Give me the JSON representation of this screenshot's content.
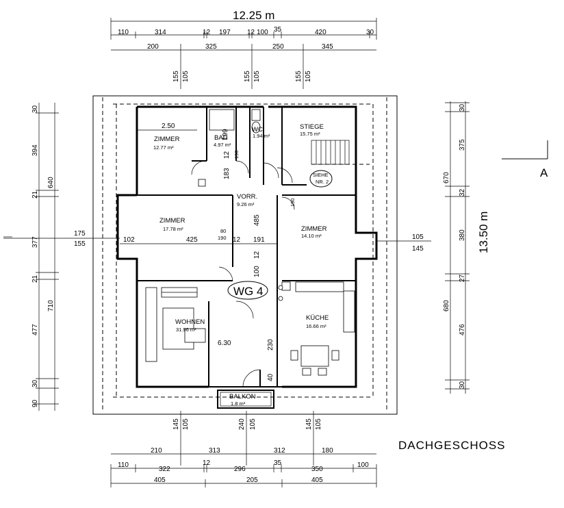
{
  "title": "DACHGESCHOSS",
  "flat_label": "WG 4",
  "section_marker": "A",
  "overall": {
    "width": "12.25 m",
    "height": "13.50 m"
  },
  "dims_top_row1": [
    "110",
    "314",
    "12",
    "197",
    "12",
    "100",
    "35",
    "420",
    "30"
  ],
  "dims_top_row2": [
    "200",
    "325",
    "250",
    "345"
  ],
  "dims_top_vert": [
    "155",
    "105",
    "155",
    "105",
    "155",
    "105"
  ],
  "dims_bottom_row1": [
    "210",
    "313",
    "312",
    "180"
  ],
  "dims_bottom_row2": [
    "110",
    "322",
    "12",
    "296",
    "35",
    "350",
    "100"
  ],
  "dims_bottom_row3": [
    "405",
    "205",
    "405"
  ],
  "dims_bottom_vert": [
    "145",
    "105",
    "240",
    "105",
    "145",
    "105"
  ],
  "dims_left_outer": [
    "30",
    "394",
    "21",
    "377",
    "21",
    "477",
    "30",
    "90"
  ],
  "dims_left_inner": [
    "640",
    "710"
  ],
  "dims_left_side": [
    "175",
    "155"
  ],
  "dims_right_inner": [
    "30",
    "375",
    "32",
    "380",
    "27",
    "476",
    "30"
  ],
  "dims_right_outer": [
    "670",
    "680"
  ],
  "dims_right_side": [
    "105",
    "145"
  ],
  "rooms": [
    {
      "name": "ZIMMER",
      "area": "12.77 m²"
    },
    {
      "name": "BAD",
      "area": "4.97 m²"
    },
    {
      "name": "WC",
      "area": "1.94 m²"
    },
    {
      "name": "STIEGE",
      "area": "15.75 m²"
    },
    {
      "name": "VORR.",
      "area": "9.26 m²"
    },
    {
      "name": "ZIMMER",
      "area": "17.78 m²"
    },
    {
      "name": "ZIMMER",
      "area": "14.10 m²"
    },
    {
      "name": "WOHNEN",
      "area": "31.96 m²"
    },
    {
      "name": "KÜCHE",
      "area": "16.66 m²"
    },
    {
      "name": "BALKON",
      "area": "1.8 m²"
    }
  ],
  "inner_dims": [
    "2.50",
    "199",
    "12",
    "190",
    "183",
    "80",
    "190",
    "102",
    "425",
    "12",
    "191",
    "485",
    "12",
    "100",
    "6.30",
    "230",
    "40",
    "190"
  ],
  "siehe_note": [
    "SIEHE",
    "NR. 2"
  ]
}
